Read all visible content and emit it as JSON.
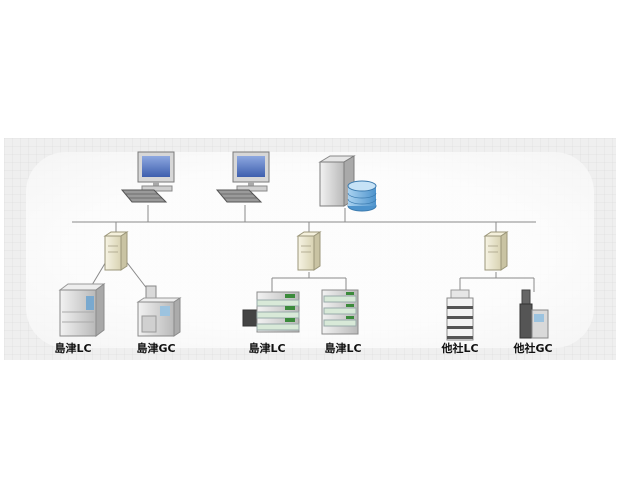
{
  "instrument_labels": {
    "shimadzu_lc_1": "島津LC",
    "shimadzu_gc": "島津GC",
    "shimadzu_lc_2": "島津LC",
    "shimadzu_lc_3": "島津LC",
    "other_lc": "他社LC",
    "other_gc": "他社GC"
  },
  "colors": {
    "line": "#8a8a8a",
    "server_beige": "#e9e4c8",
    "monitor_screen": "#5f7fc4",
    "database_blue": "#7fb6df",
    "panel_background": "#efefef"
  },
  "icons": [
    "workstation-pc-icon",
    "server-icon",
    "database-icon",
    "controller-icon",
    "lc-instrument-icon",
    "gc-instrument-icon"
  ]
}
